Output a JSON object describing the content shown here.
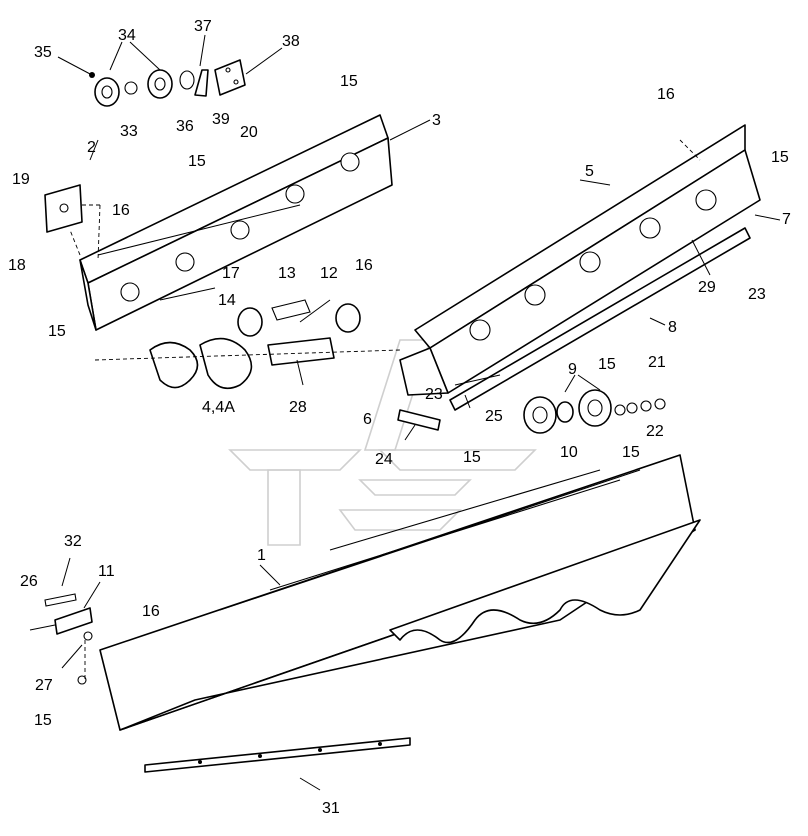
{
  "callouts": {
    "c1": "1",
    "c2": "2",
    "c3": "3",
    "c4": "4,4A",
    "c5": "5",
    "c6": "6",
    "c7": "7",
    "c8": "8",
    "c9": "9",
    "c10": "10",
    "c11": "11",
    "c12": "12",
    "c13": "13",
    "c14": "14",
    "c15a": "15",
    "c15b": "15",
    "c15c": "15",
    "c15d": "15",
    "c15e": "15",
    "c15f": "15",
    "c15g": "15",
    "c15h": "15",
    "c16a": "16",
    "c16b": "16",
    "c16c": "16",
    "c16d": "16",
    "c17": "17",
    "c18": "18",
    "c19": "19",
    "c20": "20",
    "c21": "21",
    "c22": "22",
    "c23a": "23",
    "c23b": "23",
    "c24": "24",
    "c25": "25",
    "c26": "26",
    "c27": "27",
    "c28": "28",
    "c29": "29",
    "c31": "31",
    "c32": "32",
    "c33": "33",
    "c34": "34",
    "c35": "35",
    "c36": "36",
    "c37": "37",
    "c38": "38",
    "c39": "39"
  }
}
